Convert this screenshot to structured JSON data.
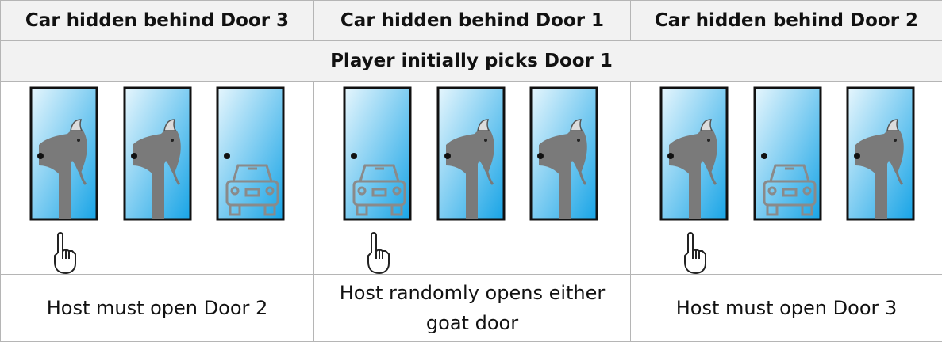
{
  "columns": [
    {
      "header": "Car hidden behind Door 3",
      "doors": [
        "goat",
        "goat",
        "car"
      ],
      "outcome": "Host must open Door 2"
    },
    {
      "header": "Car hidden behind Door 1",
      "doors": [
        "car",
        "goat",
        "goat"
      ],
      "outcome": "Host randomly opens either goat door"
    },
    {
      "header": "Car hidden behind Door 2",
      "doors": [
        "goat",
        "car",
        "goat"
      ],
      "outcome": "Host must open Door 3"
    }
  ],
  "pick_row": "Player initially picks Door 1",
  "player_pick_door": 1,
  "colors": {
    "door_glass_light": "#e6f6fd",
    "door_glass_dark": "#18a4e6",
    "door_frame": "#111111",
    "goat": "#7a7a7a",
    "car_outline": "#8a8a8a",
    "header_bg": "#f2f2f2",
    "border": "#b5b5b5"
  },
  "icons": {
    "goat": "goat-icon",
    "car": "car-icon",
    "hand": "pointing-hand-icon",
    "knob": "door-knob-icon"
  }
}
